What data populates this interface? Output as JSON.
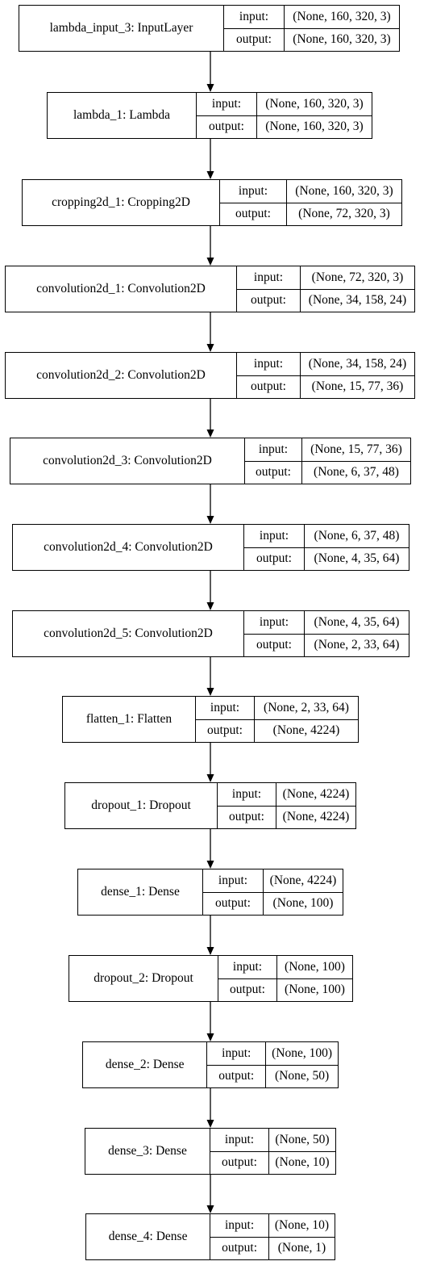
{
  "labels": {
    "input": "input:",
    "output": "output:"
  },
  "layers": [
    {
      "name": "lambda_input_3: InputLayer",
      "input": "(None, 160, 320, 3)",
      "output": "(None, 160, 320, 3)"
    },
    {
      "name": "lambda_1: Lambda",
      "input": "(None, 160, 320, 3)",
      "output": "(None, 160, 320, 3)"
    },
    {
      "name": "cropping2d_1: Cropping2D",
      "input": "(None, 160, 320, 3)",
      "output": "(None, 72, 320, 3)"
    },
    {
      "name": "convolution2d_1: Convolution2D",
      "input": "(None, 72, 320, 3)",
      "output": "(None, 34, 158, 24)"
    },
    {
      "name": "convolution2d_2: Convolution2D",
      "input": "(None, 34, 158, 24)",
      "output": "(None, 15, 77, 36)"
    },
    {
      "name": "convolution2d_3: Convolution2D",
      "input": "(None, 15, 77, 36)",
      "output": "(None, 6, 37, 48)"
    },
    {
      "name": "convolution2d_4: Convolution2D",
      "input": "(None, 6, 37, 48)",
      "output": "(None, 4, 35, 64)"
    },
    {
      "name": "convolution2d_5: Convolution2D",
      "input": "(None, 4, 35, 64)",
      "output": "(None, 2, 33, 64)"
    },
    {
      "name": "flatten_1: Flatten",
      "input": "(None, 2, 33, 64)",
      "output": "(None, 4224)"
    },
    {
      "name": "dropout_1: Dropout",
      "input": "(None, 4224)",
      "output": "(None, 4224)"
    },
    {
      "name": "dense_1: Dense",
      "input": "(None, 4224)",
      "output": "(None, 100)"
    },
    {
      "name": "dropout_2: Dropout",
      "input": "(None, 100)",
      "output": "(None, 100)"
    },
    {
      "name": "dense_2: Dense",
      "input": "(None, 100)",
      "output": "(None, 50)"
    },
    {
      "name": "dense_3: Dense",
      "input": "(None, 50)",
      "output": "(None, 10)"
    },
    {
      "name": "dense_4: Dense",
      "input": "(None, 10)",
      "output": "(None, 1)"
    }
  ]
}
